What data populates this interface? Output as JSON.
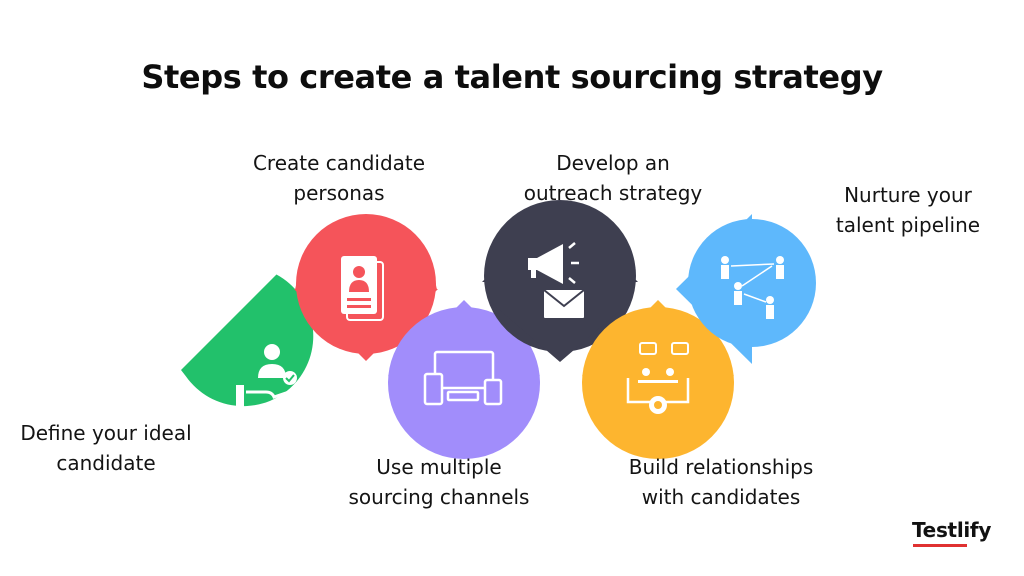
{
  "title": "Steps to create a talent sourcing strategy",
  "steps": [
    {
      "line1": "Define your ideal",
      "line2": "candidate",
      "color": "#22c16b",
      "icon": "hand-person-check-icon"
    },
    {
      "line1": "Create candidate",
      "line2": "personas",
      "color": "#f5545a",
      "icon": "persona-card-icon"
    },
    {
      "line1": "Use multiple",
      "line2": "sourcing channels",
      "color": "#a18dfb",
      "icon": "devices-icon"
    },
    {
      "line1": "Develop an",
      "line2": "outreach strategy",
      "color": "#3e3f50",
      "icon": "megaphone-envelope-icon"
    },
    {
      "line1": "Build relationships",
      "line2": "with candidates",
      "color": "#fdb52f",
      "icon": "meeting-gear-icon"
    },
    {
      "line1": "Nurture your",
      "line2": "talent pipeline",
      "color": "#5eb8fc",
      "icon": "people-network-icon"
    }
  ],
  "logo": {
    "text": "Testlify",
    "accent": "#e03131"
  }
}
